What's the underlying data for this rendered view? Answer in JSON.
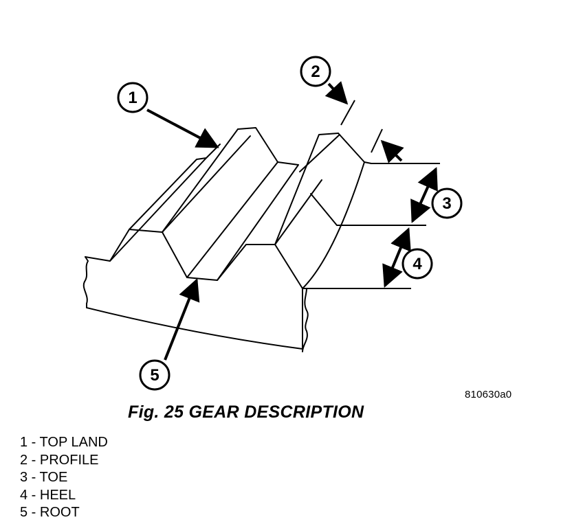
{
  "diagram": {
    "callouts": [
      {
        "number": "1"
      },
      {
        "number": "2"
      },
      {
        "number": "3"
      },
      {
        "number": "4"
      },
      {
        "number": "5"
      }
    ],
    "figure_code": "810630a0",
    "caption": "Fig. 25 GEAR DESCRIPTION"
  },
  "legend": {
    "items": [
      "1 - TOP LAND",
      "2 - PROFILE",
      "3 - TOE",
      "4 - HEEL",
      "5 - ROOT"
    ]
  },
  "colors": {
    "line": "#000000",
    "background": "#ffffff"
  }
}
